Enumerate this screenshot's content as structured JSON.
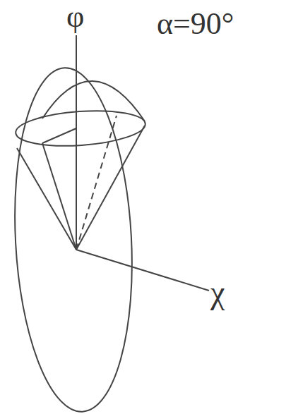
{
  "diagram": {
    "labels": [
      "φ",
      "α=90°",
      "χ"
    ]
  }
}
